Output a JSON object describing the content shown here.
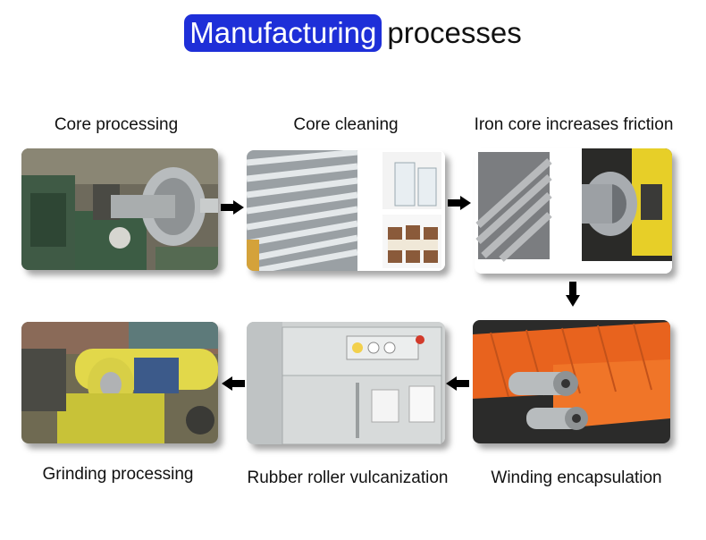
{
  "title": {
    "highlight": "Manufacturing",
    "rest": "processes",
    "highlight_color": "#1e2fd8"
  },
  "steps": [
    {
      "label": "Core processing"
    },
    {
      "label": "Core cleaning"
    },
    {
      "label": "Iron core increases friction"
    },
    {
      "label": "Winding encapsulation"
    },
    {
      "label": "Rubber roller vulcanization"
    },
    {
      "label": "Grinding processing"
    }
  ],
  "flow_order": [
    "Core processing",
    "Core cleaning",
    "Iron core increases friction",
    "Winding encapsulation",
    "Rubber roller vulcanization",
    "Grinding processing"
  ],
  "arrow_color": "#000000"
}
